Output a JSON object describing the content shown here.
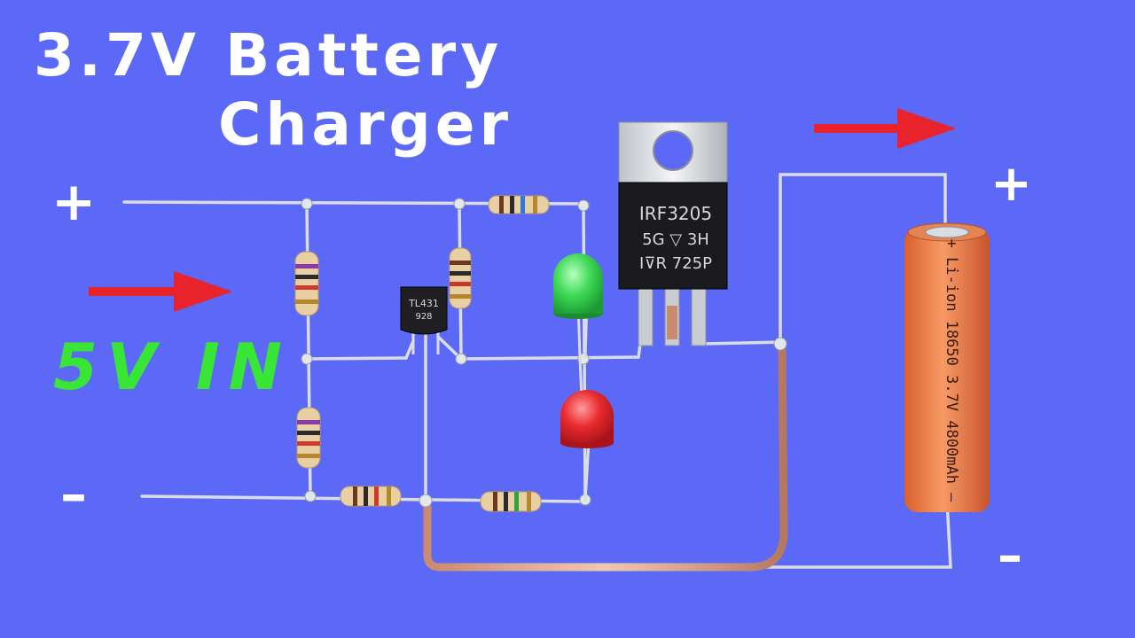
{
  "title": {
    "line1": "3.7V Battery",
    "line2": "Charger"
  },
  "input": {
    "label": "5V IN",
    "plus": "+",
    "minus": "–"
  },
  "battery": {
    "plus": "+",
    "minus": "–",
    "label": "+ Li-ion 18650 3.7V 4800mAh –"
  },
  "mosfet": {
    "line1": "IRF3205",
    "line2": "5G  ▽  3H",
    "line3": "I⊽R 725P"
  },
  "regulator": {
    "line1": "TL431",
    "line2": "928"
  },
  "colors": {
    "background": "#5b69f6",
    "arrow": "#e8232b",
    "input_label": "#39e636",
    "battery": "#f07a45",
    "led_green": "#33d14a",
    "led_red": "#e0242a"
  }
}
